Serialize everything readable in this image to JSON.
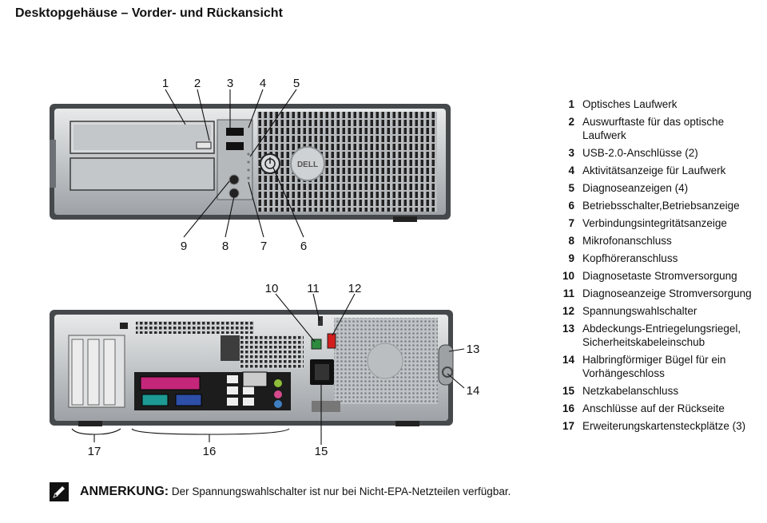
{
  "title": "Desktopgehäuse – Vorder- und Rückansicht",
  "callouts": [
    "1",
    "2",
    "3",
    "4",
    "5",
    "6",
    "7",
    "8",
    "9",
    "10",
    "11",
    "12",
    "13",
    "14",
    "15",
    "16",
    "17"
  ],
  "legend": [
    {
      "num": "1",
      "text": "Optisches Laufwerk"
    },
    {
      "num": "2",
      "text": "Auswurftaste für das optische Laufwerk"
    },
    {
      "num": "3",
      "text": "USB-2.0-Anschlüsse (2)"
    },
    {
      "num": "4",
      "text": "Aktivitätsanzeige für Laufwerk"
    },
    {
      "num": "5",
      "text": "Diagnoseanzeigen (4)"
    },
    {
      "num": "6",
      "text": "Betriebsschalter,Betriebsanzeige"
    },
    {
      "num": "7",
      "text": "Verbindungsintegritätsanzeige"
    },
    {
      "num": "8",
      "text": "Mikrofonanschluss"
    },
    {
      "num": "9",
      "text": "Kopfhöreranschluss"
    },
    {
      "num": "10",
      "text": "Diagnosetaste Stromversorgung"
    },
    {
      "num": "11",
      "text": "Diagnoseanzeige Stromversorgung"
    },
    {
      "num": "12",
      "text": "Spannungswahlschalter"
    },
    {
      "num": "13",
      "text": "Abdeckungs-Entriegelungsriegel, Sicherheitskabeleinschub"
    },
    {
      "num": "14",
      "text": "Halbringförmiger Bügel für ein Vorhängeschloss"
    },
    {
      "num": "15",
      "text": "Netzkabelanschluss"
    },
    {
      "num": "16",
      "text": "Anschlüsse auf der Rückseite"
    },
    {
      "num": "17",
      "text": "Erweiterungskartensteckplätze (3)"
    }
  ],
  "note": {
    "label": "ANMERKUNG:",
    "text": "Der Spannungswahlschalter ist nur bei Nicht-EPA-Netzteilen verfügbar."
  },
  "logo_text": "DELL"
}
